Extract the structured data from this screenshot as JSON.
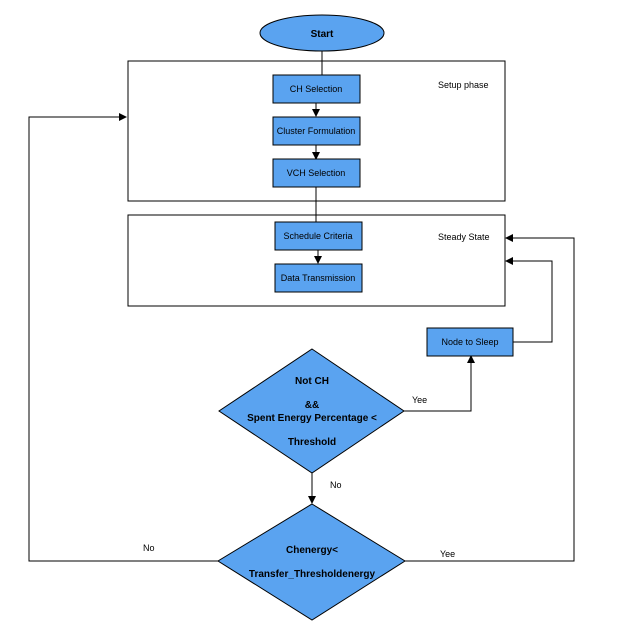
{
  "flowchart": {
    "start": "Start",
    "setup_phase_label": "Setup phase",
    "steady_state_label": "Steady  State",
    "ch_selection": "CH Selection",
    "cluster_formulation": "Cluster Formulation",
    "vch_selection": "VCH Selection",
    "schedule_criteria": "Schedule Criteria",
    "data_transmission": "Data Transmission",
    "node_to_sleep": "Node to Sleep",
    "decision1": {
      "line1": "Not CH",
      "line2": "&&",
      "line3": "Spent Energy Percentage <",
      "line4": "Threshold"
    },
    "decision2": {
      "line1": "Chenergy<",
      "line2": "Transfer_Thresholdenergy"
    },
    "edge_labels": {
      "d1_yes": "Yee",
      "d1_no": "No",
      "d2_no": "No",
      "d2_yes": "Yee"
    },
    "colors": {
      "node_fill": "#5aa3f0",
      "stroke": "#000000"
    }
  }
}
